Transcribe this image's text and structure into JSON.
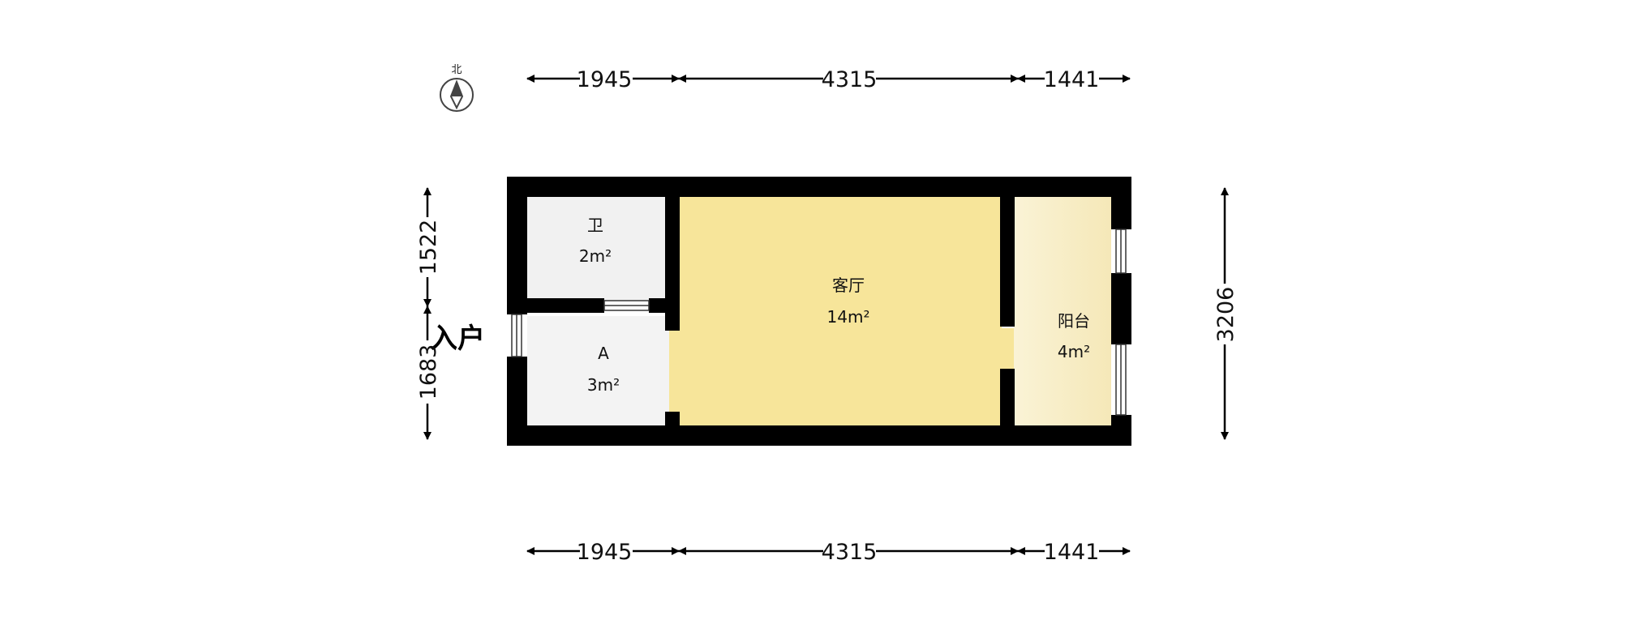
{
  "compass": {
    "label": "北",
    "icon": "compass-icon"
  },
  "entrance": {
    "label": "入户"
  },
  "dimensions": {
    "top": [
      "1945",
      "4315",
      "1441"
    ],
    "bottom": [
      "1945",
      "4315",
      "1441"
    ],
    "left": [
      "1522",
      "1683"
    ],
    "right": [
      "3206"
    ]
  },
  "rooms": {
    "bathroom": {
      "name": "卫",
      "area": "2m²"
    },
    "room_a": {
      "name": "A",
      "area": "3m²"
    },
    "living_room": {
      "name": "客厅",
      "area": "14m²"
    },
    "balcony": {
      "name": "阳台",
      "area": "4m²"
    }
  },
  "colors": {
    "wall": "#000000",
    "living_floor": "#f7e59a",
    "balcony_floor": "#f7efc9",
    "small_room_floor": "#f2f2f2"
  }
}
